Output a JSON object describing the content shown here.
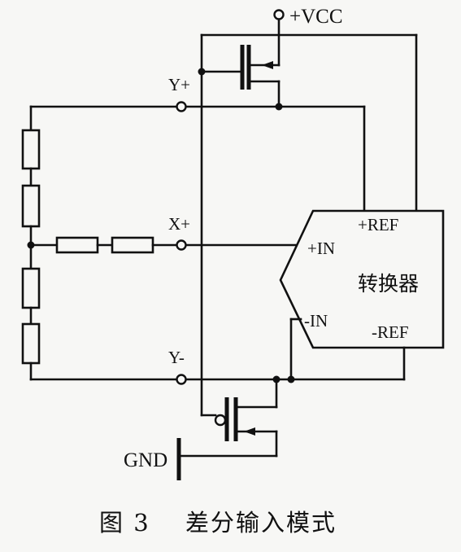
{
  "labels": {
    "vcc": "+VCC",
    "y_plus": "Y+",
    "x_plus": "X+",
    "y_minus": "Y-",
    "gnd": "GND",
    "ref_plus": "+REF",
    "ref_minus": "-REF",
    "in_plus": "+IN",
    "in_minus": "-IN",
    "converter": "转换器"
  },
  "caption": {
    "figure_number": "图 3",
    "title": "差分输入模式"
  }
}
